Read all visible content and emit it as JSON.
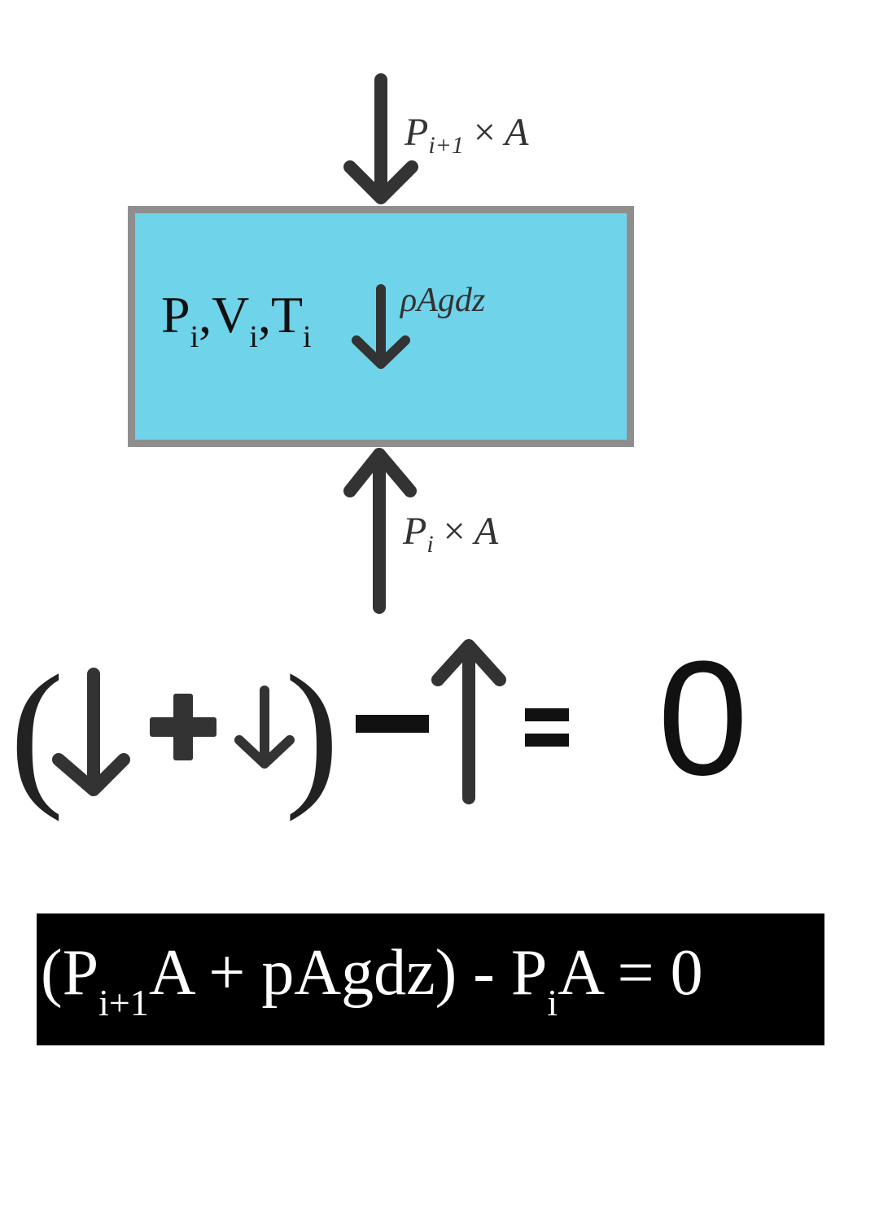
{
  "diagram": {
    "top_force": {
      "symbol": "P",
      "subscript": "i+1",
      "operator": "×",
      "area": "A"
    },
    "weight_force": {
      "label": "ρAgdz"
    },
    "bottom_force": {
      "symbol": "P",
      "subscript": "i",
      "operator": "×",
      "area": "A"
    },
    "parcel_state": {
      "p": "P",
      "p_sub": "i",
      "sep1": ",",
      "v": "V",
      "v_sub": "i",
      "sep2": ",",
      "t": "T",
      "t_sub": "i"
    },
    "colors": {
      "parcel_fill": "#6fd3ea",
      "parcel_border": "#8e8e8e",
      "arrow": "#333333"
    }
  },
  "arrow_equation": {
    "open_paren": "(",
    "close_paren": ")",
    "result": "0"
  },
  "equation": {
    "part1": "(P",
    "sub1": "i+1",
    "part2": "A + pAgdz) - P",
    "sub2": "i",
    "part3": "A = 0"
  }
}
